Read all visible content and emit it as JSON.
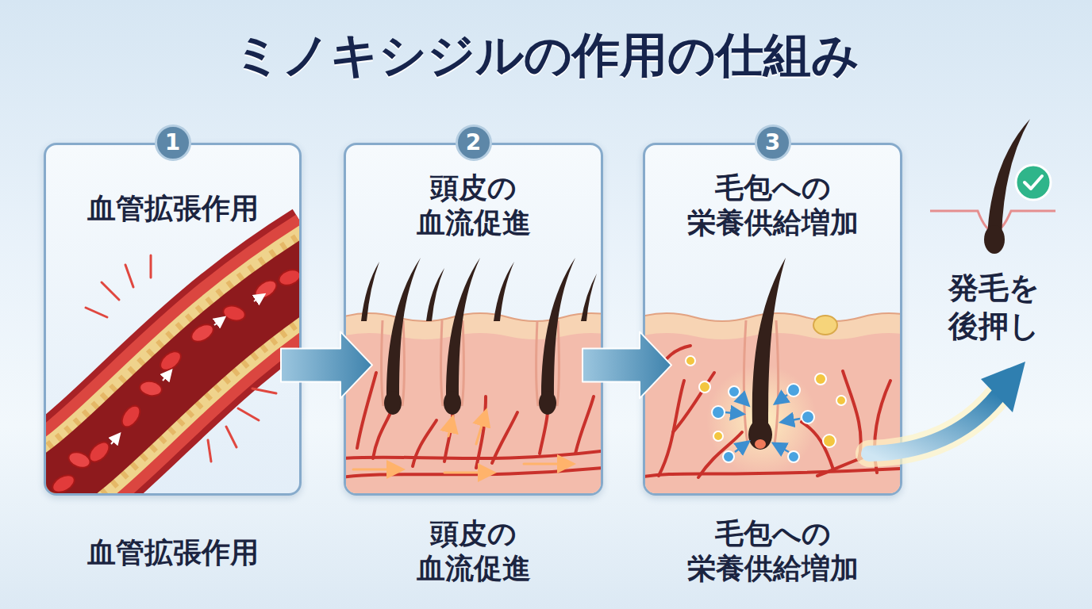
{
  "diagram": {
    "title": "ミノキシジルの作用の仕組み",
    "nodes": [
      {
        "text": [
          "血管拡張作用",
          "血管拡張作用"
        ]
      },
      {
        "text": [
          "1"
        ],
        "in": 0
      },
      {
        "text": [
          "頭皮の 血流促進",
          "頭皮の 血流促進"
        ]
      },
      {
        "text": [
          "2"
        ],
        "in": 2
      },
      {
        "text": [
          "毛包への 栄養供給増加",
          "毛包への 栄養供給増加"
        ]
      },
      {
        "text": [
          "3"
        ],
        "in": 4
      }
    ],
    "edges": [
      {
        "from": 0,
        "to": 2,
        "arrow": "to"
      },
      {
        "from": 2,
        "to": 4,
        "arrow": "to"
      }
    ],
    "labels": [
      "発毛を 後押し"
    ]
  }
}
